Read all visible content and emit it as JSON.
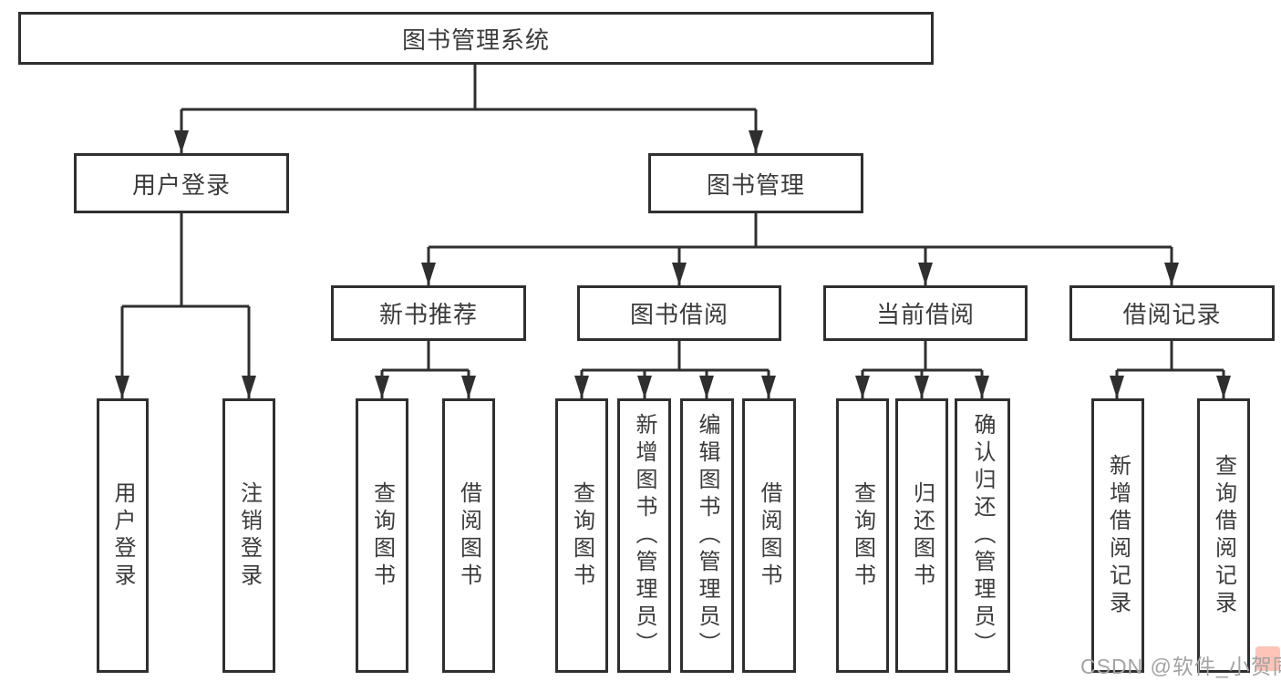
{
  "diagram": {
    "root": {
      "label": "图书管理系统"
    },
    "branches": {
      "user_login": {
        "label": "用户登录",
        "children": {
          "login": {
            "label": "用户登录"
          },
          "logout": {
            "label": "注销登录"
          }
        }
      },
      "book_management": {
        "label": "图书管理",
        "children": {
          "new_book_recommend": {
            "label": "新书推荐",
            "children": {
              "query_books": {
                "label": "查询图书"
              },
              "borrow_books": {
                "label": "借阅图书"
              }
            }
          },
          "book_borrow": {
            "label": "图书借阅",
            "children": {
              "query_books": {
                "label": "查询图书"
              },
              "add_books_admin": {
                "label": "新增图书（管理员）"
              },
              "edit_books_admin": {
                "label": "编辑图书（管理员）"
              },
              "borrow_books": {
                "label": "借阅图书"
              }
            }
          },
          "current_borrow": {
            "label": "当前借阅",
            "children": {
              "query_books": {
                "label": "查询图书"
              },
              "return_books": {
                "label": "归还图书"
              },
              "confirm_return_admin": {
                "label": "确认归还（管理员）"
              }
            }
          },
          "borrow_records": {
            "label": "借阅记录",
            "children": {
              "add_record": {
                "label": "新增借阅记录"
              },
              "query_record": {
                "label": "查询借阅记录"
              }
            }
          }
        }
      }
    }
  },
  "watermark": {
    "text": "CSDN @软件_小贺同学"
  },
  "colors": {
    "line": "#2f2f2f",
    "text": "#3b3b3b",
    "background": "#ffffff",
    "watermark": "#a3a3a3",
    "watermark_accent": "#fc5531"
  }
}
